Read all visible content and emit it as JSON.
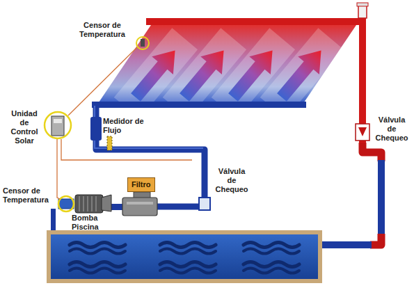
{
  "diagram": {
    "nodes": [
      {
        "text": [
          "Filtro"
        ]
      }
    ],
    "labels": [
      "Censor de Temperatura",
      "Unidad de Control Solar",
      "Medidor de Flujo",
      "Válvula de Chequeo",
      "Válvula de Chequeo",
      "Censor de Temperatura",
      "Bomba Piscina"
    ]
  }
}
